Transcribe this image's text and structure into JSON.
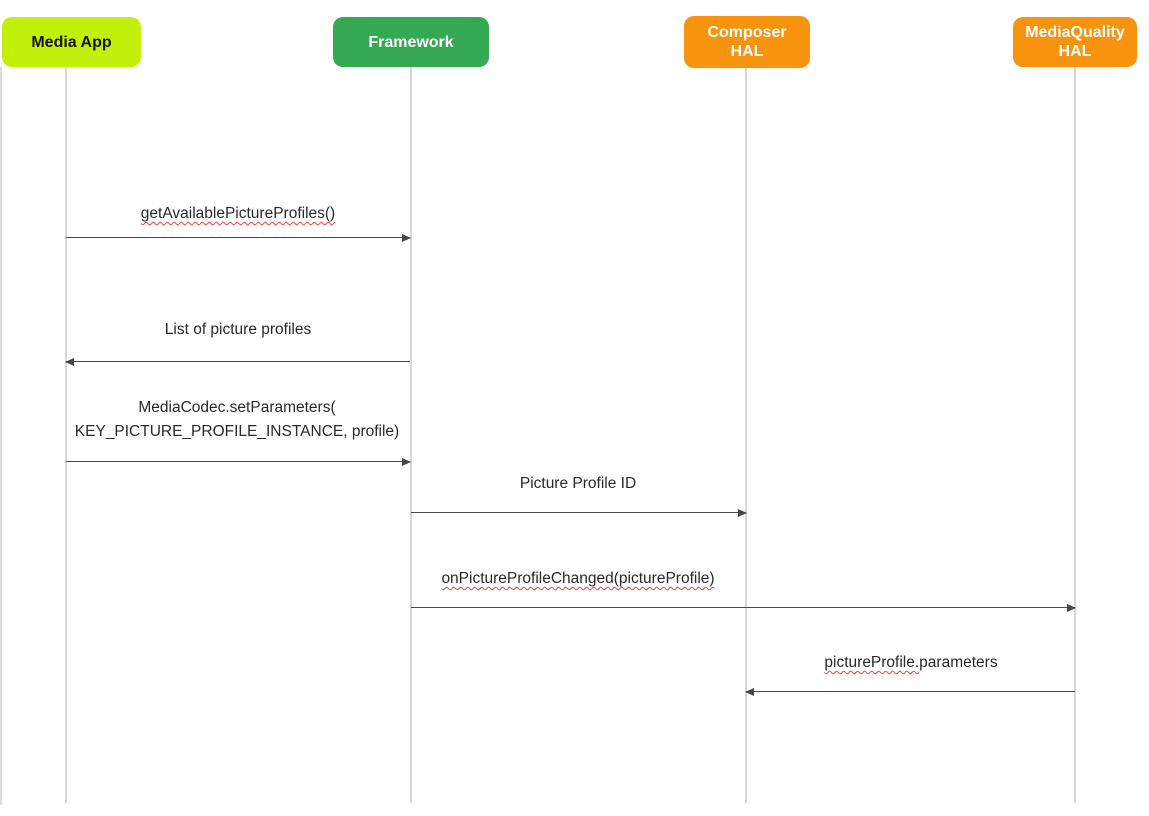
{
  "diagram": {
    "title": "Picture profile sequence diagram",
    "actors": [
      {
        "name": "Media App",
        "lines": [
          "Media App"
        ],
        "fill": "#c3f00a",
        "text_color": "#151515"
      },
      {
        "name": "Framework",
        "lines": [
          "Framework"
        ],
        "fill": "#34a853",
        "text_color": "#ffffff"
      },
      {
        "name": "Composer HAL",
        "lines": [
          "Composer",
          "HAL"
        ],
        "fill": "#f7930d",
        "text_color": "#ffffff"
      },
      {
        "name": "MediaQuality HAL",
        "lines": [
          "MediaQuality",
          "HAL"
        ],
        "fill": "#f7930d",
        "text_color": "#ffffff"
      }
    ],
    "messages": [
      {
        "text": "getAvailablePictureProfiles()",
        "from": "Media App",
        "to": "Framework",
        "direction": "right",
        "spellcheck_flagged": true
      },
      {
        "text": "List of picture profiles",
        "from": "Framework",
        "to": "Media App",
        "direction": "left",
        "spellcheck_flagged": false
      },
      {
        "text_lines": [
          "MediaCodec.setParameters(",
          "KEY_PICTURE_PROFILE_INSTANCE, profile)"
        ],
        "from": "Media App",
        "to": "Framework",
        "direction": "right",
        "spellcheck_flagged": false
      },
      {
        "text": "Picture Profile ID",
        "from": "Framework",
        "to": "Composer HAL",
        "direction": "right",
        "spellcheck_flagged": false
      },
      {
        "text": "onPictureProfileChanged(pictureProfile)",
        "from": "Framework",
        "to": "MediaQuality HAL",
        "direction": "right",
        "spellcheck_flagged": true
      },
      {
        "text_flagged_part": "pictureProfile.",
        "text_plain_part": "parameters",
        "from": "MediaQuality HAL",
        "to": "Composer HAL",
        "direction": "left",
        "spellcheck_flagged": true
      }
    ],
    "colors": {
      "media_app_fill": "#c3f00a",
      "framework_fill": "#34a853",
      "hal_fill": "#f7930d",
      "lifeline": "#d7d7d7",
      "arrow": "#46474b",
      "label_text": "#28292c",
      "spellcheck_underline": "#e8443a",
      "canvas_background": "#ffffff"
    }
  }
}
